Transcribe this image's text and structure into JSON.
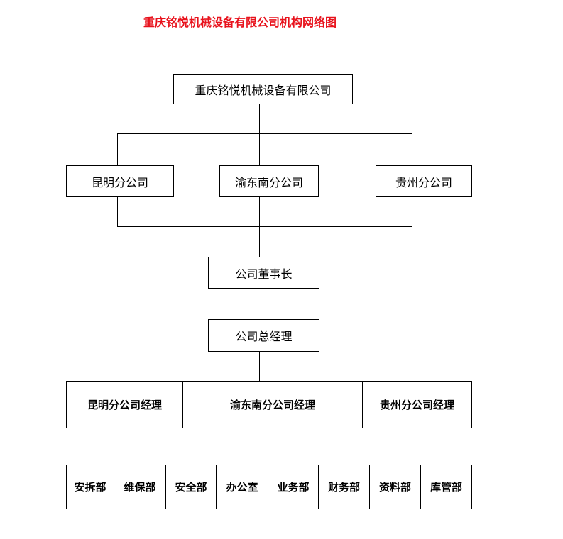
{
  "title": "重庆铭悦机械设备有限公司机构网络图",
  "root": "重庆铭悦机械设备有限公司",
  "branches": [
    "昆明分公司",
    "渝东南分公司",
    "贵州分公司"
  ],
  "chairman": "公司董事长",
  "general_manager": "公司总经理",
  "branch_managers": [
    "昆明分公司经理",
    "渝东南分公司经理",
    "贵州分公司经理"
  ],
  "departments": [
    "安拆部",
    "维保部",
    "安全部",
    "办公室",
    "业务部",
    "财务部",
    "资料部",
    "库管部"
  ]
}
